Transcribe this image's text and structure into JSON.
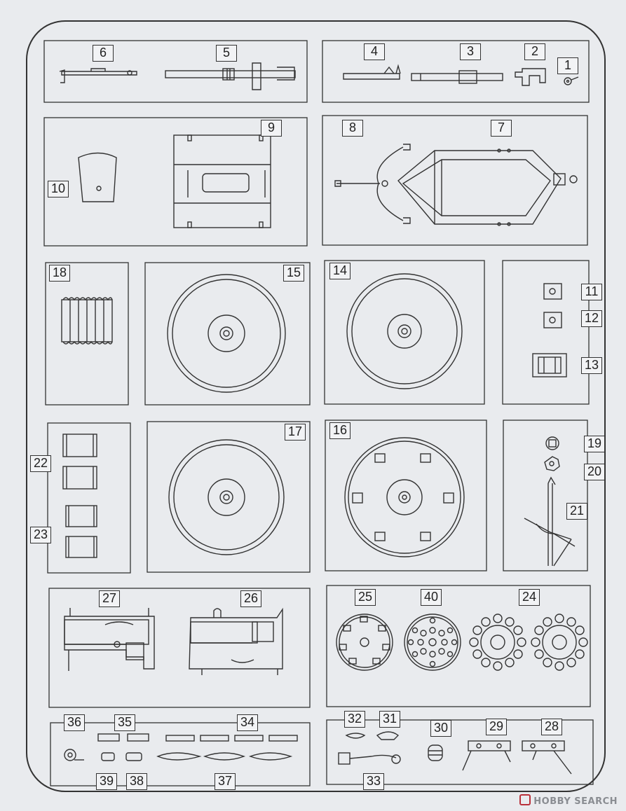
{
  "colors": {
    "background": "#e9ebee",
    "line": "#333333",
    "label_bg": "#f2f3f5",
    "brand": "#b9303a"
  },
  "labels": {
    "p1": "1",
    "p2": "2",
    "p3": "3",
    "p4": "4",
    "p5": "5",
    "p6": "6",
    "p7": "7",
    "p8": "8",
    "p9": "9",
    "p10": "10",
    "p11": "11",
    "p12": "12",
    "p13": "13",
    "p14": "14",
    "p15": "15",
    "p16": "16",
    "p17": "17",
    "p18": "18",
    "p19": "19",
    "p20": "20",
    "p21": "21",
    "p22": "22",
    "p23": "23",
    "p24": "24",
    "p25": "25",
    "p26": "26",
    "p27": "27",
    "p28": "28",
    "p29": "29",
    "p30": "30",
    "p31": "31",
    "p32": "32",
    "p33": "33",
    "p34": "34",
    "p35": "35",
    "p36": "36",
    "p37": "37",
    "p38": "38",
    "p39": "39",
    "p40": "40"
  },
  "watermark": {
    "text": "HOBBY SEARCH"
  }
}
